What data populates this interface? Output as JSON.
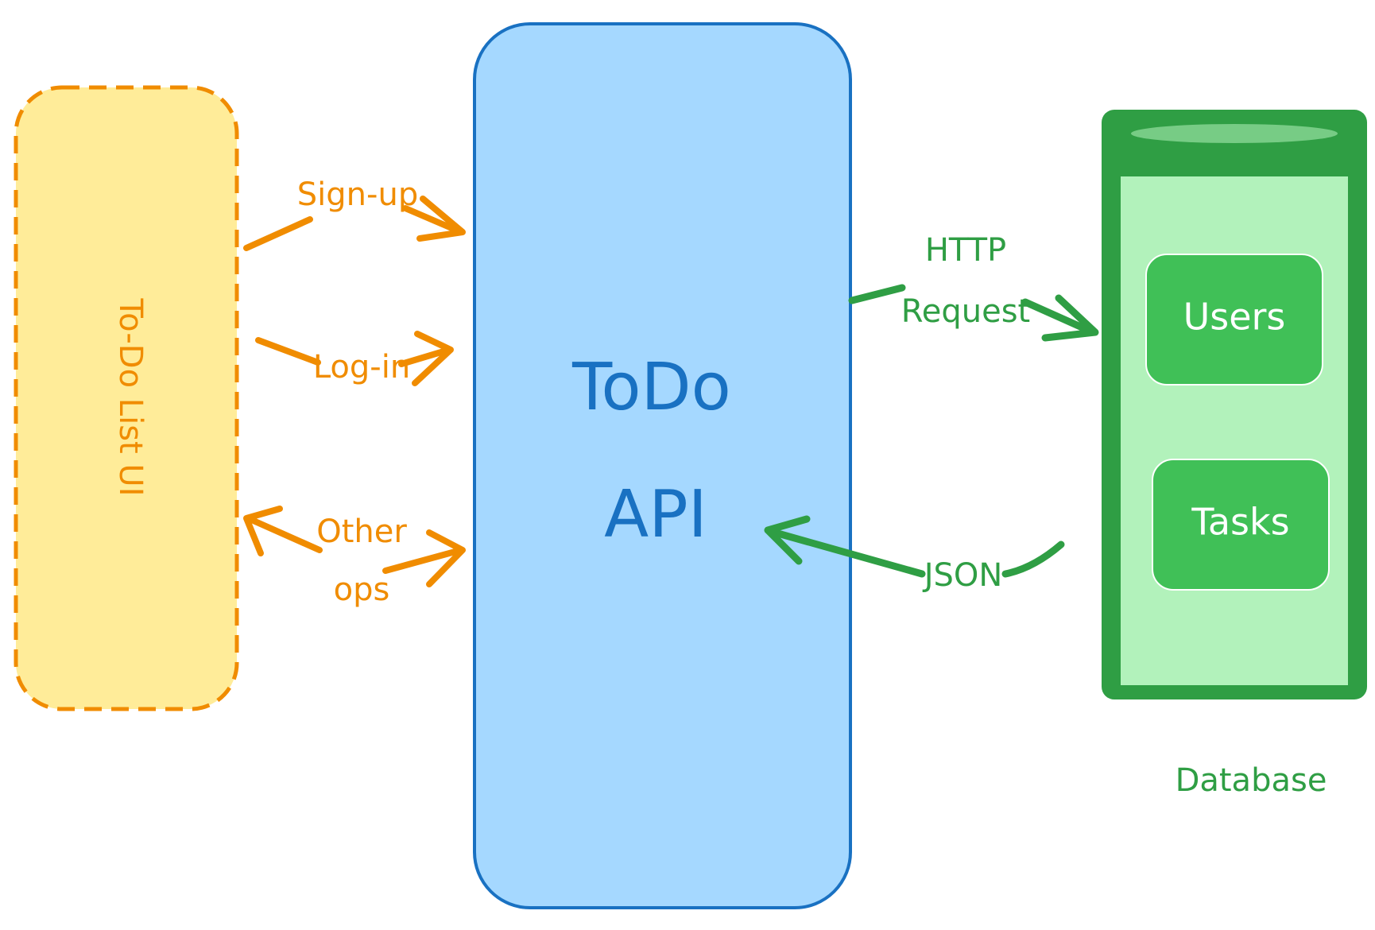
{
  "ui_box": {
    "label": "To-Do List UI",
    "fill": "#ffec99",
    "stroke": "#f08c00"
  },
  "api_box": {
    "line1": "ToDo",
    "line2": "API",
    "fill": "#a5d8ff",
    "stroke": "#1971c2"
  },
  "database": {
    "caption": "Database",
    "tables": [
      "Users",
      "Tasks"
    ],
    "outer_color": "#2f9e44",
    "inner_fill": "#b2f2bb",
    "table_fill": "#40c057"
  },
  "edges": {
    "signup": "Sign-up",
    "login": "Log-in",
    "other_line1": "Other",
    "other_line2": "ops",
    "http_line1": "HTTP",
    "http_line2": "Request",
    "json": "JSON",
    "orange": "#f08c00",
    "green": "#2f9e44"
  }
}
